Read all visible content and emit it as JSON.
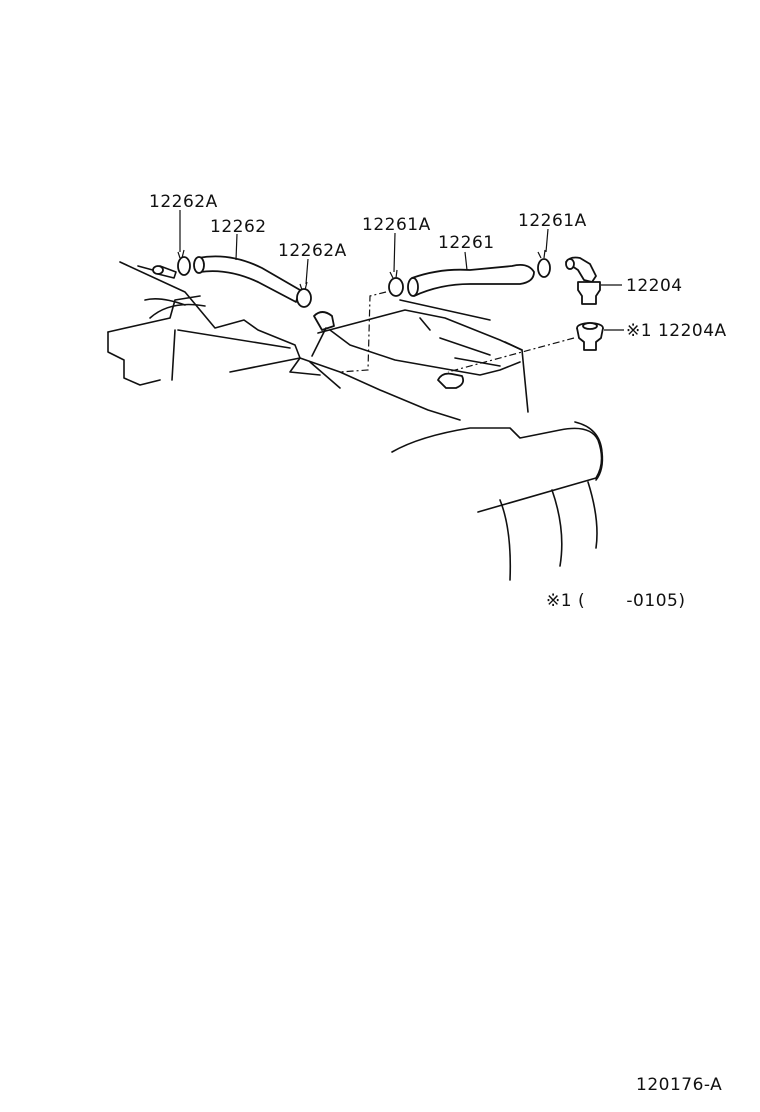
{
  "labels": {
    "p12262A_top": "12262A",
    "p12262": "12262",
    "p12262A_right": "12262A",
    "p12261A_left": "12261A",
    "p12261": "12261",
    "p12261A_right": "12261A",
    "p12204": "12204",
    "p12204A": "※1 12204A",
    "footnote": "※1 (       -0105)",
    "diagram_code": "120176-A"
  }
}
